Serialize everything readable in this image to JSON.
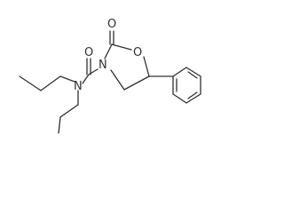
{
  "molecule": {
    "atoms": {
      "carbonyl_oxygen_ring": "O",
      "ring_oxygen": "O",
      "ring_nitrogen": "N",
      "carbonyl_oxygen_amide": "O",
      "amide_nitrogen": "N"
    },
    "colors": {
      "bond": "#303030",
      "label": "#303030",
      "background": "#ffffff"
    }
  }
}
